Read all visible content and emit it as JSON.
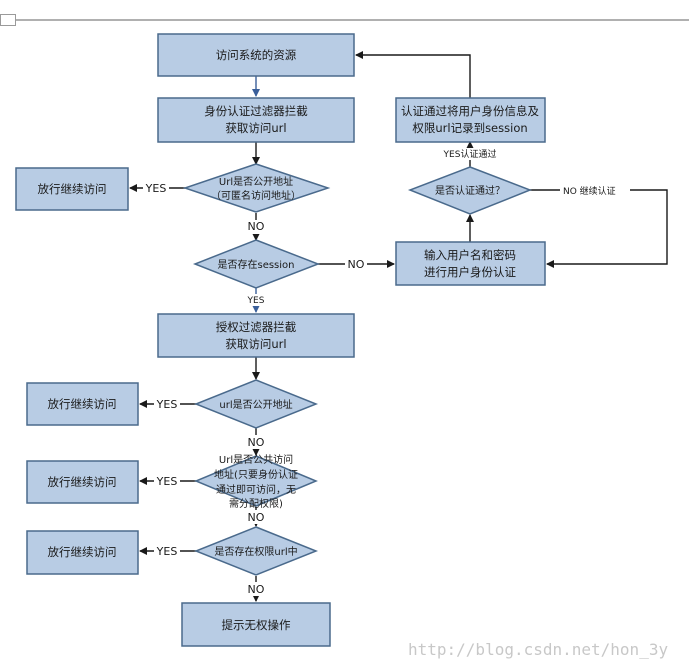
{
  "nodes": {
    "visit": "访问系统的资源",
    "auth_filter": [
      "身份认证过滤器拦截",
      "获取访问url"
    ],
    "is_public": [
      "Url是否公开地址",
      "（可匿名访问地址）"
    ],
    "pass1": "放行继续访问",
    "has_session": "是否存在session",
    "login": [
      "输入用户名和密码",
      "进行用户身份认证"
    ],
    "auth_ok": "是否认证通过？",
    "record": [
      "认证通过将用户身份信息及",
      "权限url记录到session"
    ],
    "perm_filter": [
      "授权过滤器拦截",
      "获取访问url"
    ],
    "is_public2": "url是否公开地址",
    "pass2": "放行继续访问",
    "is_common": [
      "Url是否公共访问",
      "地址(只要身份认证",
      "通过即可访问，无",
      "需分配权限)"
    ],
    "pass3": "放行继续访问",
    "in_perm": "是否存在权限url中",
    "pass4": "放行继续访问",
    "deny": "提示无权操作"
  },
  "edge_labels": {
    "yes1": "YES",
    "no1": "NO",
    "yes_session": "YES",
    "no_session": "NO",
    "yes_auth": "YES认证通过",
    "no_auth": "NO 继续认证",
    "yes2": "YES",
    "no2": "NO",
    "yes3": "YES",
    "no3": "NO",
    "yes4": "YES",
    "no4": "NO"
  },
  "watermark": "http://blog.csdn.net/hon_3y",
  "colors": {
    "node_fill": "#b8cce4",
    "node_stroke": "#4a6a8c",
    "edge": "#1a1a1a"
  }
}
